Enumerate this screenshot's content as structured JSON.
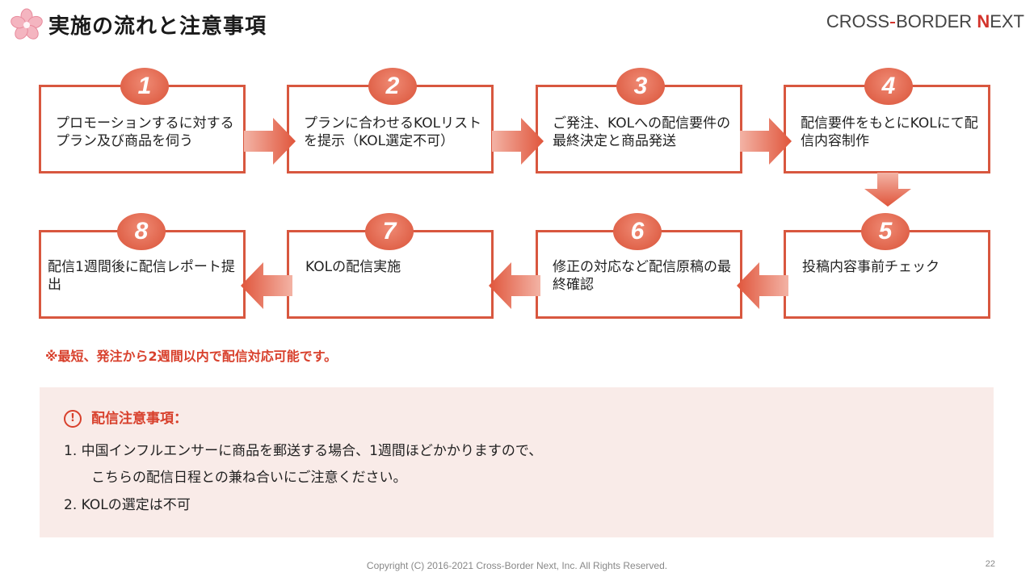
{
  "header": {
    "title": "実施の流れと注意事項",
    "brand_pre": "CROSS",
    "brand_mid": "BORDER ",
    "brand_n": "N",
    "brand_post": "EXT"
  },
  "steps": [
    {
      "num": "1",
      "text": "プロモーションするに対するプラン及び商品を伺う"
    },
    {
      "num": "2",
      "text": "プランに合わせるKOLリストを提示（KOL選定不可）"
    },
    {
      "num": "3",
      "text": "ご発注、KOLへの配信要件の最終決定と商品発送"
    },
    {
      "num": "4",
      "text": "配信要件をもとにKOLにて配信内容制作"
    },
    {
      "num": "5",
      "text": "投稿内容事前チェック"
    },
    {
      "num": "6",
      "text": "修正の対応など配信原稿の最終確認"
    },
    {
      "num": "7",
      "text": "KOLの配信実施"
    },
    {
      "num": "8",
      "text": "配信1週間後に配信レポート提出"
    }
  ],
  "note": "※最短、発注から2週間以内で配信対応可能です。",
  "notice": {
    "heading": "配信注意事項：",
    "icon": "exclamation-circle-icon",
    "item1_line1": "1. 中国インフルエンサーに商品を郵送する場合、1週間ほどかかりますので、",
    "item1_line2": "こちらの配信日程との兼ね合いにご注意ください。",
    "item2": "2. KOLの選定は不可"
  },
  "footer": {
    "copyright": "Copyright (C) 2016-2021  Cross-Border Next, Inc. All Rights Reserved.",
    "page": "22"
  },
  "colors": {
    "accent": "#d8573f",
    "panel_bg": "#f9ebe8",
    "note_red": "#d8402c"
  }
}
